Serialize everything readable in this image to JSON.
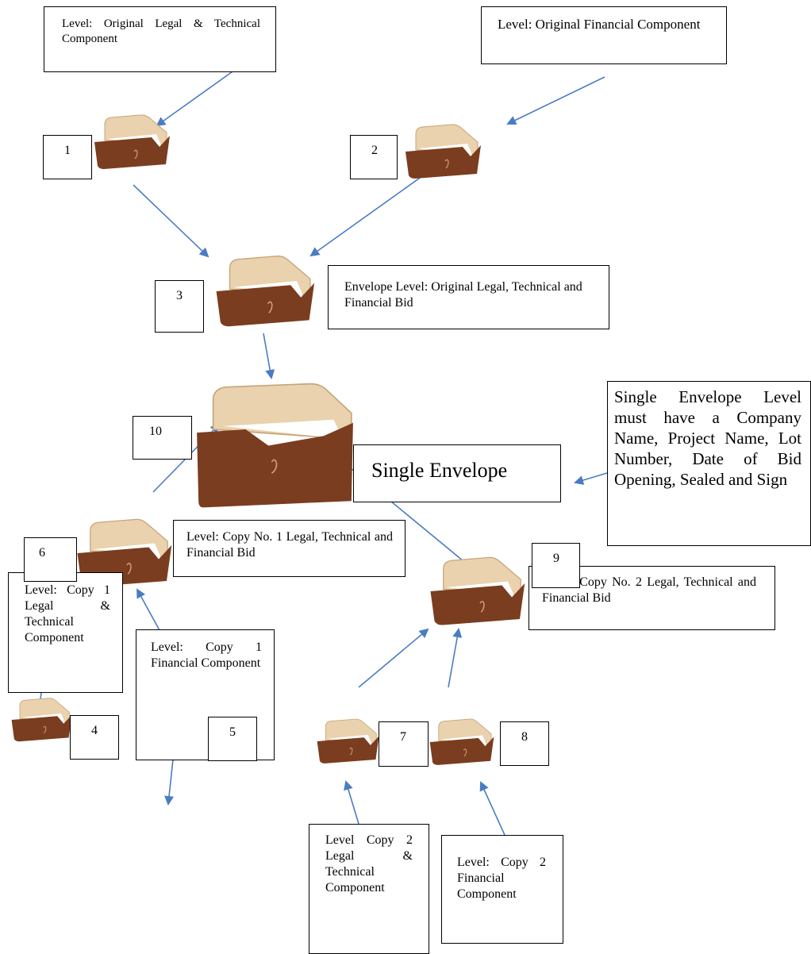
{
  "labels": {
    "orig_legal_tech": "Level: Original Legal & Technical Component",
    "orig_financial": "Level: Original Financial Component",
    "envelope_level": "Envelope Level: Original Legal, Technical and Financial Bid",
    "single_envelope": "Single Envelope",
    "single_envelope_note": "Single Envelope Level must have a Company Name, Project Name, Lot Number, Date of Bid Opening, Sealed and Sign",
    "copy1_bid": "Level: Copy No. 1 Legal, Technical and Financial Bid",
    "copy2_bid": "Level: Copy No. 2 Legal, Technical and Financial Bid",
    "copy1_legal_tech": "Level: Copy 1 Legal & Technical Component",
    "copy1_financial": "Level: Copy 1 Financial Component",
    "copy2_legal_tech": "Level Copy 2 Legal & Technical Component",
    "copy2_financial": "Level: Copy 2 Financial Component"
  },
  "numbers": {
    "n1": "1",
    "n2": "2",
    "n3": "3",
    "n4": "4",
    "n5": "5",
    "n6": "6",
    "n7": "7",
    "n8": "8",
    "n9": "9",
    "n10": "10"
  },
  "colors": {
    "arrow": "#4a7cc4",
    "envelope_body": "#7a3d1f",
    "envelope_flap": "#e9d2ad"
  },
  "icons": [
    "envelope-icon"
  ]
}
